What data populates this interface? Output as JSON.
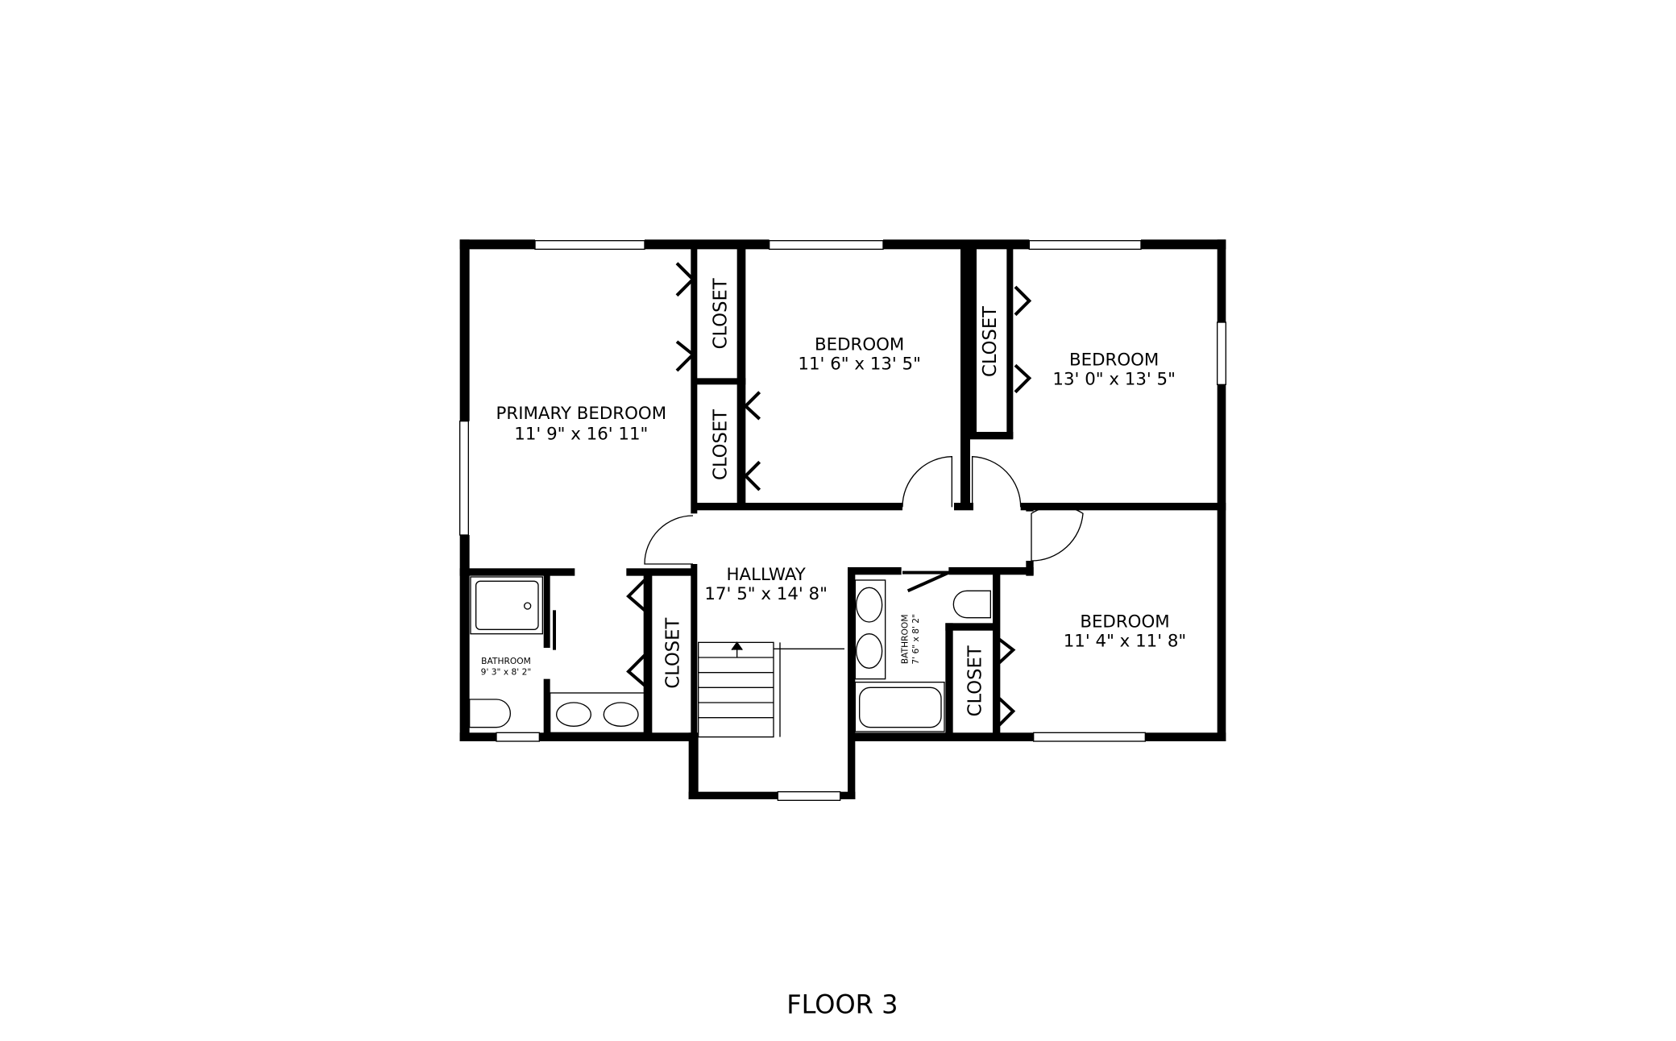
{
  "floor_label": "FLOOR 3",
  "rooms": {
    "primary_bedroom": {
      "name": "PRIMARY BEDROOM",
      "size": "11' 9\" x 16' 11\""
    },
    "bedroom_1": {
      "name": "BEDROOM",
      "size": "11' 6\" x 13' 5\""
    },
    "bedroom_2": {
      "name": "BEDROOM",
      "size": "13' 0\" x 13' 5\""
    },
    "bedroom_3": {
      "name": "BEDROOM",
      "size": "11' 4\" x 11' 8\""
    },
    "hallway": {
      "name": "HALLWAY",
      "size": "17' 5\" x 14' 8\""
    },
    "bathroom_1": {
      "name": "BATHROOM",
      "size": "9' 3\" x 8' 2\""
    },
    "bathroom_2": {
      "name": "BATHROOM",
      "size": "7' 6\" x 8' 2\""
    }
  },
  "closets": [
    "CLOSET",
    "CLOSET",
    "CLOSET",
    "CLOSET",
    "CLOSET"
  ]
}
